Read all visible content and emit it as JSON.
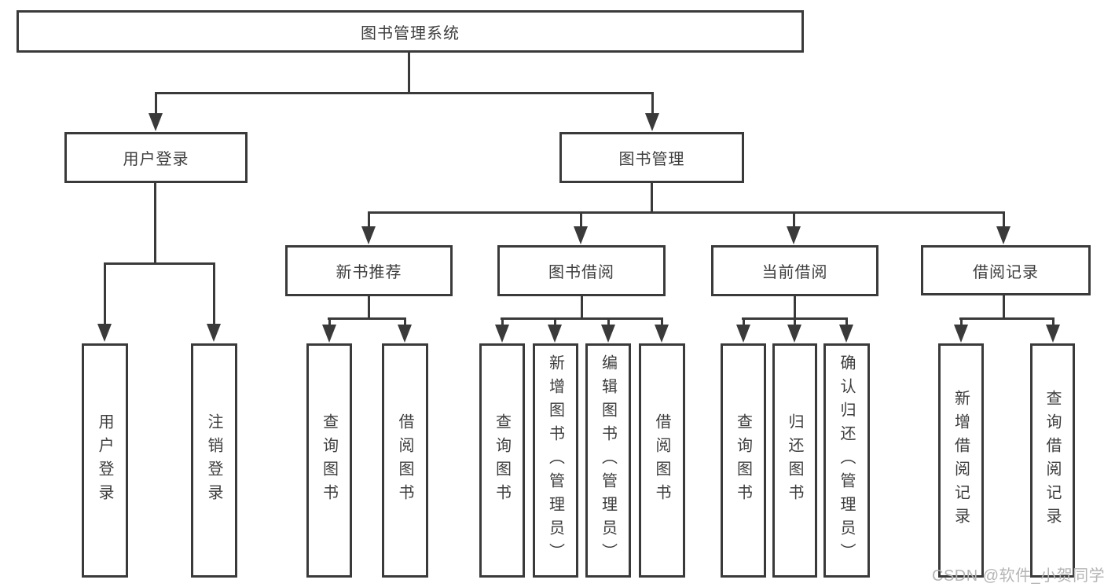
{
  "diagram": {
    "type": "tree",
    "orientation": "top-down",
    "line_color": "#3a3a3a",
    "text_color": "#3d3d3d",
    "background_color": "#ffffff",
    "tree": {
      "root": {
        "label": "图书管理系统",
        "children": [
          {
            "label": "用户登录",
            "children": [
              {
                "label": "用户登录"
              },
              {
                "label": "注销登录"
              }
            ]
          },
          {
            "label": "图书管理",
            "children": [
              {
                "label": "新书推荐",
                "children": [
                  {
                    "label": "查询图书"
                  },
                  {
                    "label": "借阅图书"
                  }
                ]
              },
              {
                "label": "图书借阅",
                "children": [
                  {
                    "label": "查询图书"
                  },
                  {
                    "label": "新增图书（管理员）"
                  },
                  {
                    "label": "编辑图书（管理员）"
                  },
                  {
                    "label": "借阅图书"
                  }
                ]
              },
              {
                "label": "当前借阅",
                "children": [
                  {
                    "label": "查询图书"
                  },
                  {
                    "label": "归还图书"
                  },
                  {
                    "label": "确认归还（管理员）"
                  }
                ]
              },
              {
                "label": "借阅记录",
                "children": [
                  {
                    "label": "新增借阅记录"
                  },
                  {
                    "label": "查询借阅记录"
                  }
                ]
              }
            ]
          }
        ]
      }
    }
  },
  "watermark": {
    "text": "CSDN @软件_小贺同学",
    "color": "#b5b5b5"
  }
}
